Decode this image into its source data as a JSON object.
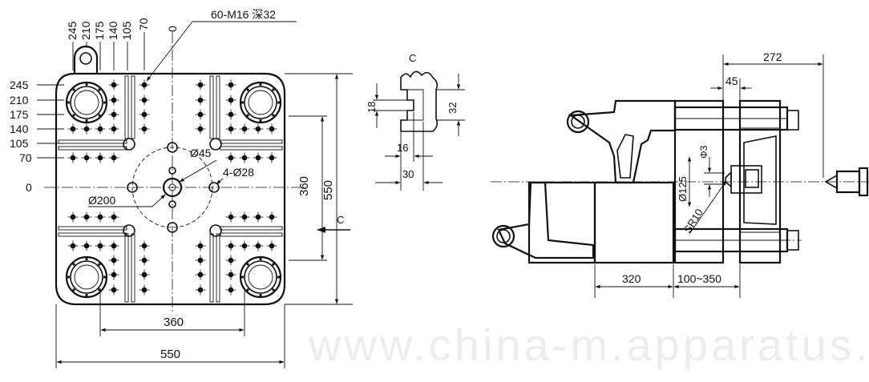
{
  "watermark": "www.china-m.apparatus.com",
  "platen_view": {
    "top_labels": [
      "245",
      "210",
      "175",
      "140",
      "105",
      "70",
      "0"
    ],
    "left_labels": [
      "245",
      "210",
      "175",
      "140",
      "105",
      "70",
      "0"
    ],
    "callout_holes": "60-M16 深32",
    "dia_45": "Ø45",
    "holes_4_28": "4-Ø28",
    "dia_200": "Ø200",
    "dim_360_vertical": "360",
    "dim_550_vertical": "550",
    "dim_360_horizontal": "360",
    "dim_550_horizontal": "550",
    "section_mark": "C"
  },
  "section_detail": {
    "title": "C",
    "dim_18": "18",
    "dim_32": "32",
    "dim_16": "16",
    "dim_30": "30"
  },
  "side_view": {
    "dim_272": "272",
    "dim_45": "45",
    "dim_phi3": "Φ3",
    "dim_phi125": "Ø125",
    "dim_sr10": "SR10",
    "dim_320": "320",
    "dim_range": "100~350"
  }
}
